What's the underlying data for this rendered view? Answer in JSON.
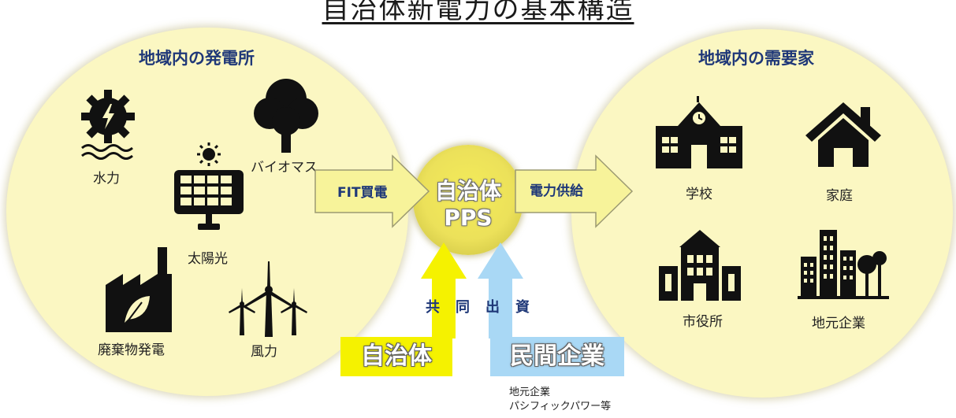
{
  "title": "自治体新電力の基本構造",
  "left_circle": {
    "heading": "地域内の発電所",
    "items": {
      "hydro": "水力",
      "biomass": "バイオマス",
      "solar": "太陽光",
      "waste": "廃棄物発電",
      "wind": "風力"
    }
  },
  "right_circle": {
    "heading": "地域内の需要家",
    "items": {
      "school": "学校",
      "home": "家庭",
      "city_hall": "市役所",
      "local_biz": "地元企業"
    }
  },
  "center": {
    "line1": "自治体",
    "line2": "PPS"
  },
  "arrows": {
    "fit": "FIT買電",
    "supply": "電力供給"
  },
  "investment": {
    "label": "共同出資",
    "municipality": "自治体",
    "private": "民間企業",
    "private_note_line1": "地元企業",
    "private_note_line2": "パシフィックパワー等"
  },
  "colors": {
    "circle_fill": "#fbf7c2",
    "arrow_fill": "#f7f39a",
    "heading_text": "#1f3878",
    "yellow_arrow": "#f5f200",
    "blue_arrow": "#a9d8f5"
  }
}
